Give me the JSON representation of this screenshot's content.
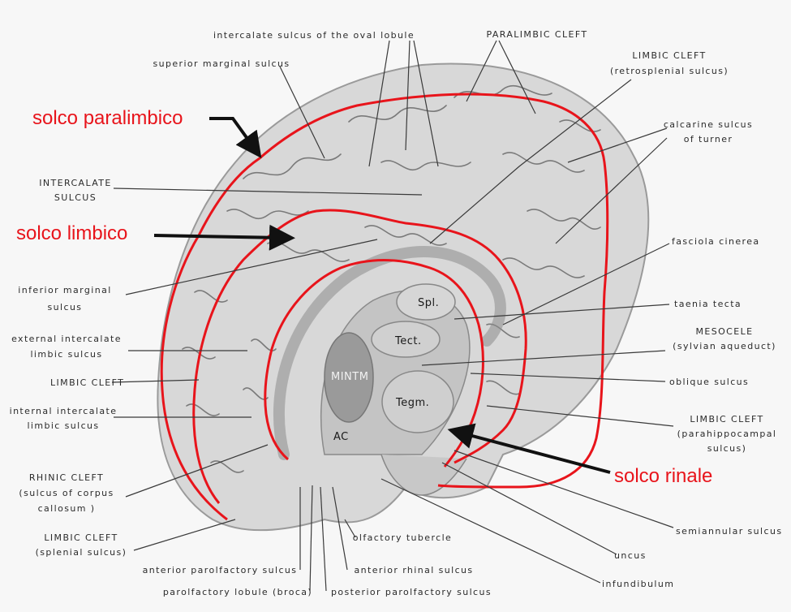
{
  "labels": {
    "intercalate_oval": "intercalate sulcus of the oval lobule",
    "paralimbic_cleft": "PARALIMBIC CLEFT",
    "superior_marginal": "superior marginal sulcus",
    "limbic_cleft_retro_1": "LIMBIC CLEFT",
    "limbic_cleft_retro_2": "(retrosplenial sulcus)",
    "calcarine_1": "calcarine sulcus",
    "calcarine_2": "of turner",
    "intercalate_1": "INTERCALATE",
    "intercalate_2": "SULCUS",
    "fasciola": "fasciola cinerea",
    "inferior_marginal_1": "inferior marginal",
    "inferior_marginal_2": "sulcus",
    "taenia": "taenia tecta",
    "external_intercalate_1": "external intercalate",
    "external_intercalate_2": "limbic sulcus",
    "mesocele_1": "MESOCELE",
    "mesocele_2": "(sylvian aqueduct)",
    "limbic_cleft_left": "LIMBIC CLEFT",
    "oblique": "oblique sulcus",
    "internal_intercalate_1": "internal intercalate",
    "internal_intercalate_2": "limbic sulcus",
    "limbic_cleft_parahip_1": "LIMBIC CLEFT",
    "limbic_cleft_parahip_2": "(parahippocampal",
    "limbic_cleft_parahip_3": "sulcus)",
    "rhinic_1": "RHINIC CLEFT",
    "rhinic_2": "(sulcus of corpus",
    "rhinic_3": "callosum )",
    "limbic_cleft_splenial_1": "LIMBIC CLEFT",
    "limbic_cleft_splenial_2": "(splenial sulcus)",
    "olfactory": "olfactory tubercle",
    "semiannular": "semiannular sulcus",
    "uncus": "uncus",
    "anterior_parolfactory": "anterior parolfactory sulcus",
    "anterior_rhinal": "anterior rhinal sulcus",
    "infundibulum": "infundibulum",
    "parolfactory_lobule": "parolfactory lobule (broca)",
    "posterior_parolfactory": "posterior parolfactory sulcus"
  },
  "regions": {
    "spl": "Spl.",
    "tect": "Tect.",
    "mintm": "MINTM",
    "tegm": "Tegm.",
    "ac": "AC"
  },
  "annotations": {
    "solco_paralimbico": "solco paralimbico",
    "solco_limbico": "solco limbico",
    "solco_rinale": "solco rinale"
  },
  "colors": {
    "annotation_red": "#e8141b",
    "arrow_black": "#111111"
  }
}
